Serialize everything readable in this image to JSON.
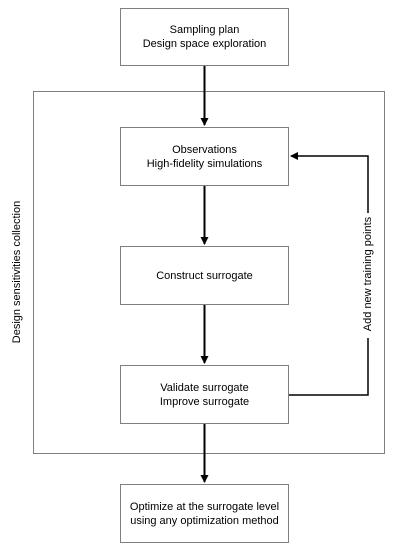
{
  "boxes": {
    "sampling": {
      "line1": "Sampling plan",
      "line2": "Design space exploration"
    },
    "observations": {
      "line1": "Observations",
      "line2": "High-fidelity simulations"
    },
    "construct": {
      "line1": "Construct surrogate"
    },
    "validate": {
      "line1": "Validate surrogate",
      "line2": "Improve surrogate"
    },
    "optimize": {
      "line1": "Optimize at the surrogate level",
      "line2": "using any optimization method"
    }
  },
  "labels": {
    "outer_loop": "Design sensitivities collection",
    "feedback": "Add new training points"
  }
}
